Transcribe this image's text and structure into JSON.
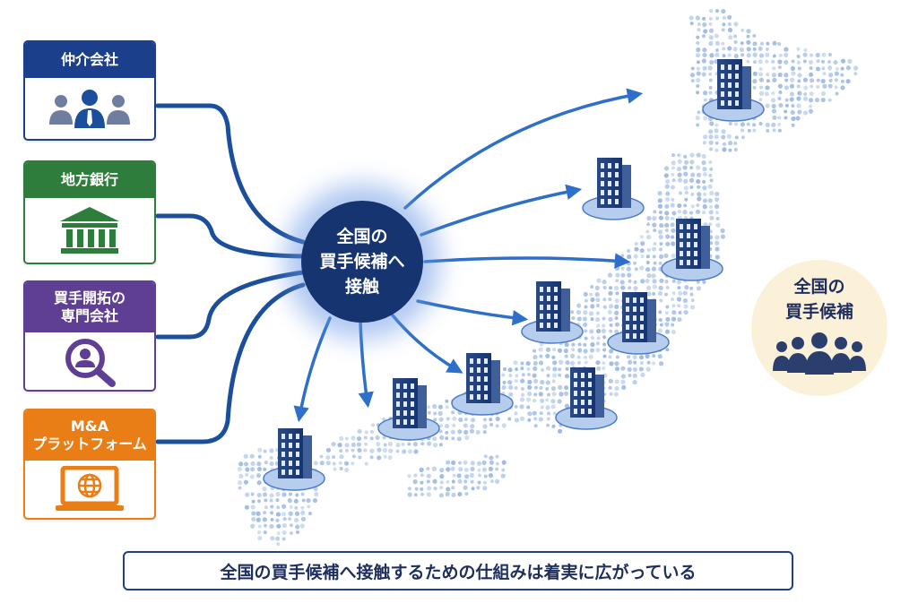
{
  "sources": [
    {
      "id": "broker",
      "label": "仲介会社",
      "icon": "people-group-icon",
      "color": "#1b3f8b"
    },
    {
      "id": "regional-bank",
      "label": "地方銀行",
      "icon": "bank-icon",
      "color": "#2f7d3c"
    },
    {
      "id": "buyer-sourcing",
      "label_lines": [
        "買手開拓の",
        "専門会社"
      ],
      "icon": "magnifier-person-icon",
      "color": "#5f3f93"
    },
    {
      "id": "ma-platform",
      "label_lines": [
        "M&A",
        "プラットフォーム"
      ],
      "icon": "laptop-globe-icon",
      "color": "#e97d16"
    }
  ],
  "hub": {
    "lines": [
      "全国の",
      "買手候補へ",
      "接触"
    ],
    "color": "#16346f"
  },
  "buyers": {
    "lines": [
      "全国の",
      "買手候補"
    ],
    "icon": "people-group-icon",
    "color": "#fbf1d8"
  },
  "caption": "全国の買手候補へ接触するための仕組みは着実に広がっている",
  "map": {
    "subject": "Japan",
    "style": "dotted",
    "dot_color": "#9bb8e0"
  },
  "building_icon": "office-building-icon",
  "arrow_color": "#2d6fc9"
}
